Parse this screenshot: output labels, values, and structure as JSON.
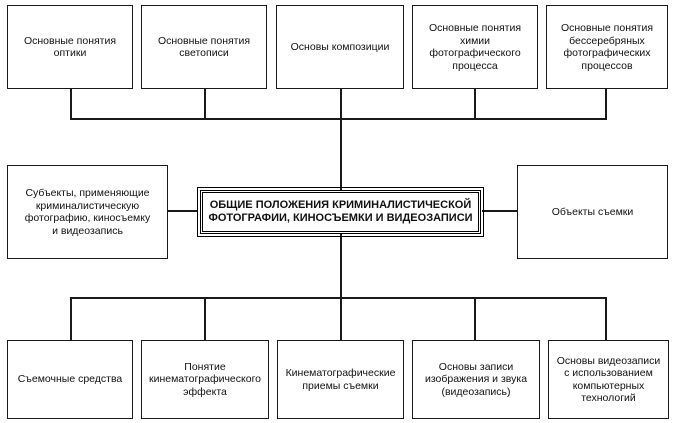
{
  "center": {
    "text": "ОБЩИЕ ПОЛОЖЕНИЯ КРИМИНАЛИСТИЧЕСКОЙ\nФОТОГРАФИИ, КИНОСЪЕМКИ И ВИДЕОЗАПИСИ"
  },
  "top": [
    {
      "text": "Основные понятия\nоптики"
    },
    {
      "text": "Основные понятия\nсветописи"
    },
    {
      "text": "Основы композиции"
    },
    {
      "text": "Основные понятия\nхимии\nфотографического\nпроцесса"
    },
    {
      "text": "Основные понятия\nбессеребряных\nфотографических\nпроцессов"
    }
  ],
  "left": {
    "text": "Субъекты, применяющие\nкриминалистическую\nфотографию, киносъемку\nи видеозапись"
  },
  "right": {
    "text": "Объекты съемки"
  },
  "bottom": [
    {
      "text": "Съемочные средства"
    },
    {
      "text": "Понятие\nкинематографического\nэффекта"
    },
    {
      "text": "Кинематографические\nприемы съемки"
    },
    {
      "text": "Основы записи\nизображения и звука\n(видеозапись)"
    },
    {
      "text": "Основы видеозаписи\nс использованием\nкомпьютерных\nтехнологий"
    }
  ]
}
